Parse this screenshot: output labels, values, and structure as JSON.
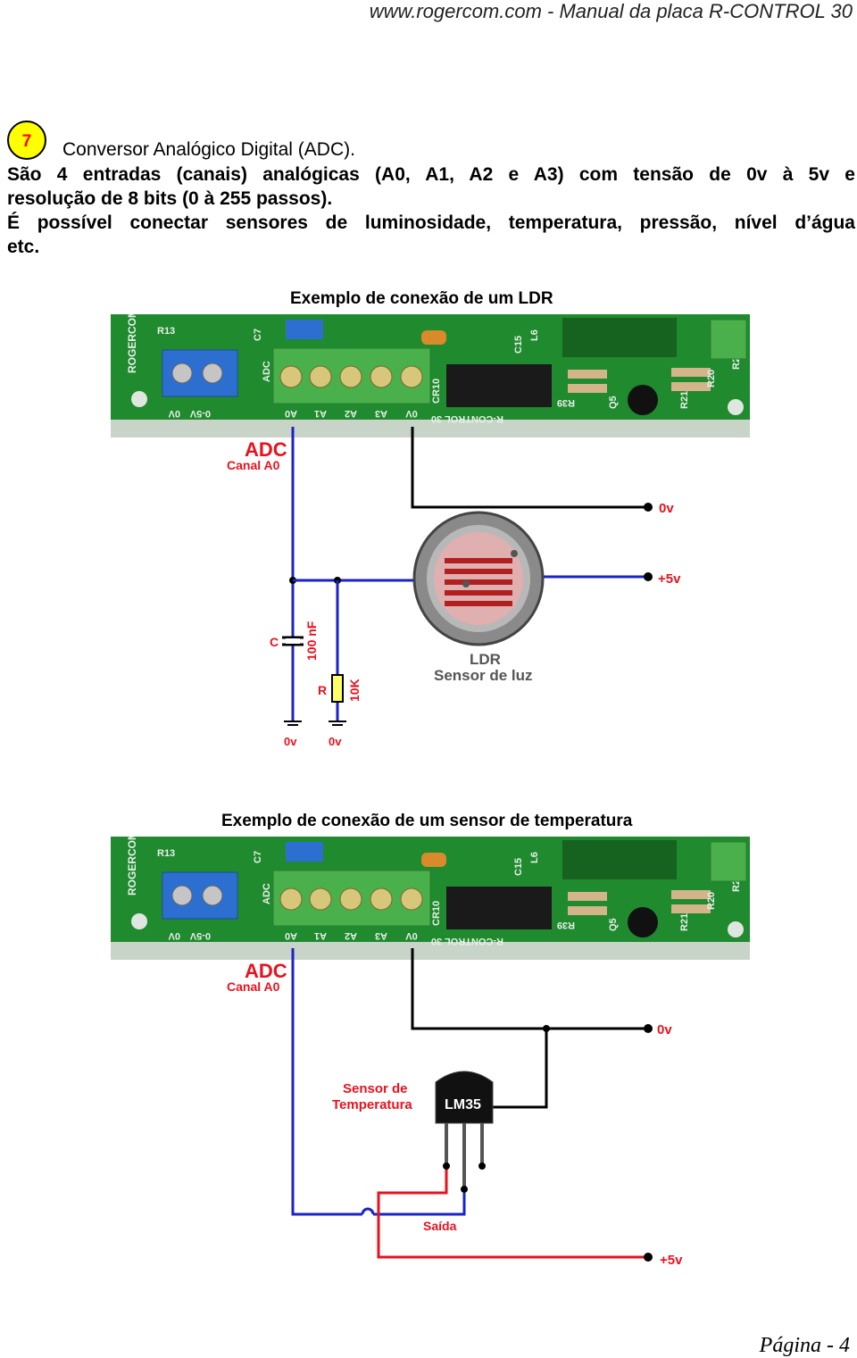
{
  "header": {
    "text": "www.rogercom.com - Manual da placa R-CONTROL 30"
  },
  "section": {
    "number": "7",
    "title": "Conversor Analógico Digital (ADC)."
  },
  "paragraphs": {
    "p1_line1": "São 4 entradas (canais) analógicas (A0, A1, A2 e A3) com tensão de 0v à 5v e",
    "p1_line2": "resolução de 8 bits (0 à 255 passos).",
    "p2_line1": "É possível conectar sensores de luminosidade, temperatura, pressão, nível d’água",
    "p2_line2": "etc."
  },
  "figure1": {
    "caption": "Exemplo de conexão de um LDR",
    "adc_label": "ADC",
    "channel_label": "Canal A0",
    "gnd_label": "0v",
    "vcc_label": "+5v",
    "cap_label": "C",
    "cap_value": "100 nF",
    "res_label": "R",
    "res_value": "10K",
    "ldr_title": "LDR",
    "ldr_subtitle": "Sensor de luz",
    "ground1": "0v",
    "ground2": "0v"
  },
  "figure2": {
    "caption": "Exemplo de conexão de um sensor de temperatura",
    "adc_label": "ADC",
    "channel_label": "Canal A0",
    "gnd_label": "0v",
    "vcc_label": "+5v",
    "sensor_line1": "Sensor de",
    "sensor_line2": "Temperatura",
    "chip_label": "LM35",
    "out_label": "Saída"
  },
  "board": {
    "brand": "ROGERCOM",
    "labels": [
      "R13",
      "C7",
      "ADC",
      "CR10",
      "C15",
      "L6",
      "R39",
      "Q5",
      "R21",
      "R20",
      "R2"
    ],
    "terminal_small": [
      "0V",
      "0-5V"
    ],
    "terminal_adc": [
      "A0",
      "A1",
      "A2",
      "A3",
      "0V"
    ],
    "model": "R-CONTROL 30"
  },
  "footer": {
    "page": "Página - 4"
  },
  "colors": {
    "wire_blue": "#1a22c8",
    "wire_red": "#e8121e",
    "wire_black": "#000000",
    "label_red": "#e8121e",
    "pcb_green": "#1f8a2e",
    "terminal_green": "#49b04c",
    "terminal_blue": "#2d6fd0"
  }
}
